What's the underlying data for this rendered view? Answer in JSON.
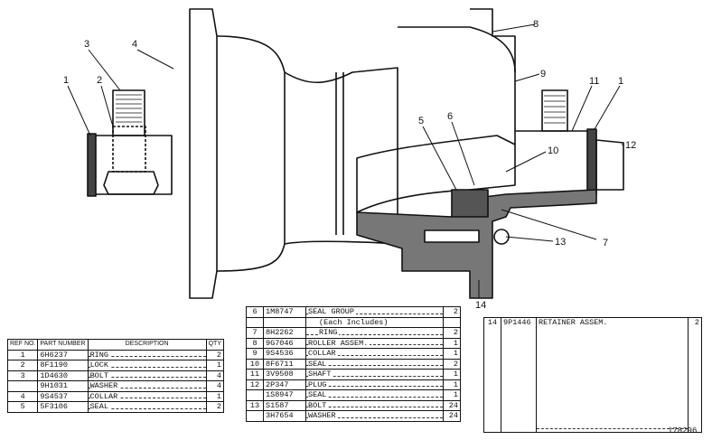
{
  "callouts": [
    "1",
    "2",
    "3",
    "4",
    "5",
    "6",
    "7",
    "8",
    "9",
    "10",
    "11",
    "1",
    "12",
    "13",
    "14"
  ],
  "table_left": {
    "headers": [
      "REF NO.",
      "PART NUMBER",
      "DESCRIPTION",
      "QTY"
    ],
    "rows": [
      {
        "ref": "1",
        "part": "6H6237",
        "desc": "RING",
        "qty": "2"
      },
      {
        "ref": "2",
        "part": "8F1190",
        "desc": "LOCK",
        "qty": "1"
      },
      {
        "ref": "3",
        "part": "1D4630",
        "desc": "BOLT",
        "qty": "4"
      },
      {
        "ref": "",
        "part": "9H1031",
        "desc": "WASHER",
        "qty": "4"
      },
      {
        "ref": "4",
        "part": "9S4537",
        "desc": "COLLAR",
        "qty": "1"
      },
      {
        "ref": "5",
        "part": "5F3106",
        "desc": "SEAL",
        "qty": "2"
      }
    ]
  },
  "table_middle": {
    "rows": [
      {
        "ref": "6",
        "part": "1M8747",
        "desc": "SEAL GROUP",
        "qty": "2"
      },
      {
        "ref": "",
        "part": "",
        "desc": "(Each Includes)",
        "qty": ""
      },
      {
        "ref": "7",
        "part": "8H2262",
        "desc": "RING",
        "qty": "2"
      },
      {
        "ref": "8",
        "part": "9G7046",
        "desc": "ROLLER ASSEM.",
        "qty": "1"
      },
      {
        "ref": "9",
        "part": "9S4536",
        "desc": "COLLAR",
        "qty": "1"
      },
      {
        "ref": "10",
        "part": "8F6711",
        "desc": "SEAL",
        "qty": "2"
      },
      {
        "ref": "11",
        "part": "3V9508",
        "desc": "SHAFT",
        "qty": "1"
      },
      {
        "ref": "12",
        "part": "2P347",
        "desc": "PLUG",
        "qty": "1"
      },
      {
        "ref": "",
        "part": "1S8947",
        "desc": "SEAL",
        "qty": "1"
      },
      {
        "ref": "13",
        "part": "S1587",
        "desc": "BOLT",
        "qty": "24"
      },
      {
        "ref": "",
        "part": "3H7654",
        "desc": "WASHER",
        "qty": "24"
      }
    ]
  },
  "table_right": {
    "rows": [
      {
        "ref": "14",
        "part": "9P1446",
        "desc": "RETAINER ASSEM.",
        "qty": "2"
      }
    ]
  },
  "figure_number": "178296"
}
